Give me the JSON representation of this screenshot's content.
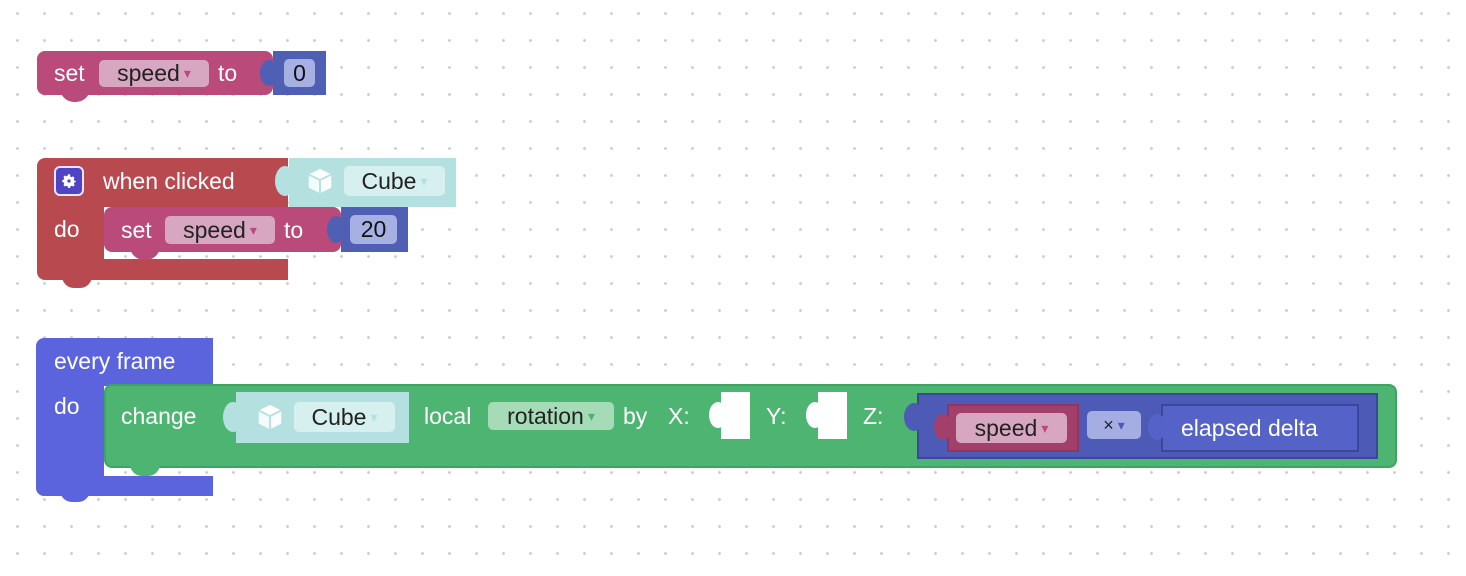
{
  "colors": {
    "variables": "#b94a7a",
    "events": "#b84a4f",
    "control": "#5b64dc",
    "scene": "#4db571",
    "objects": "#b4e0e0",
    "math": "#4d5bb7"
  },
  "block1": {
    "set_label": "set",
    "var_name": "speed",
    "to_label": "to",
    "value": "0"
  },
  "block2": {
    "icon": "gear-icon",
    "event_label": "when clicked",
    "object_icon": "cube-icon",
    "object_name": "Cube",
    "do_label": "do",
    "inner": {
      "set_label": "set",
      "var_name": "speed",
      "to_label": "to",
      "value": "20"
    }
  },
  "block3": {
    "event_label": "every frame",
    "do_label": "do",
    "change_label": "change",
    "object_icon": "cube-icon",
    "object_name": "Cube",
    "local_label": "local",
    "property": "rotation",
    "by_label": "by",
    "x_label": "X:",
    "y_label": "Y:",
    "z_label": "Z:",
    "math": {
      "var_name": "speed",
      "operator": "×",
      "right_value": "elapsed delta"
    }
  },
  "dropdown_arrow": "▾"
}
